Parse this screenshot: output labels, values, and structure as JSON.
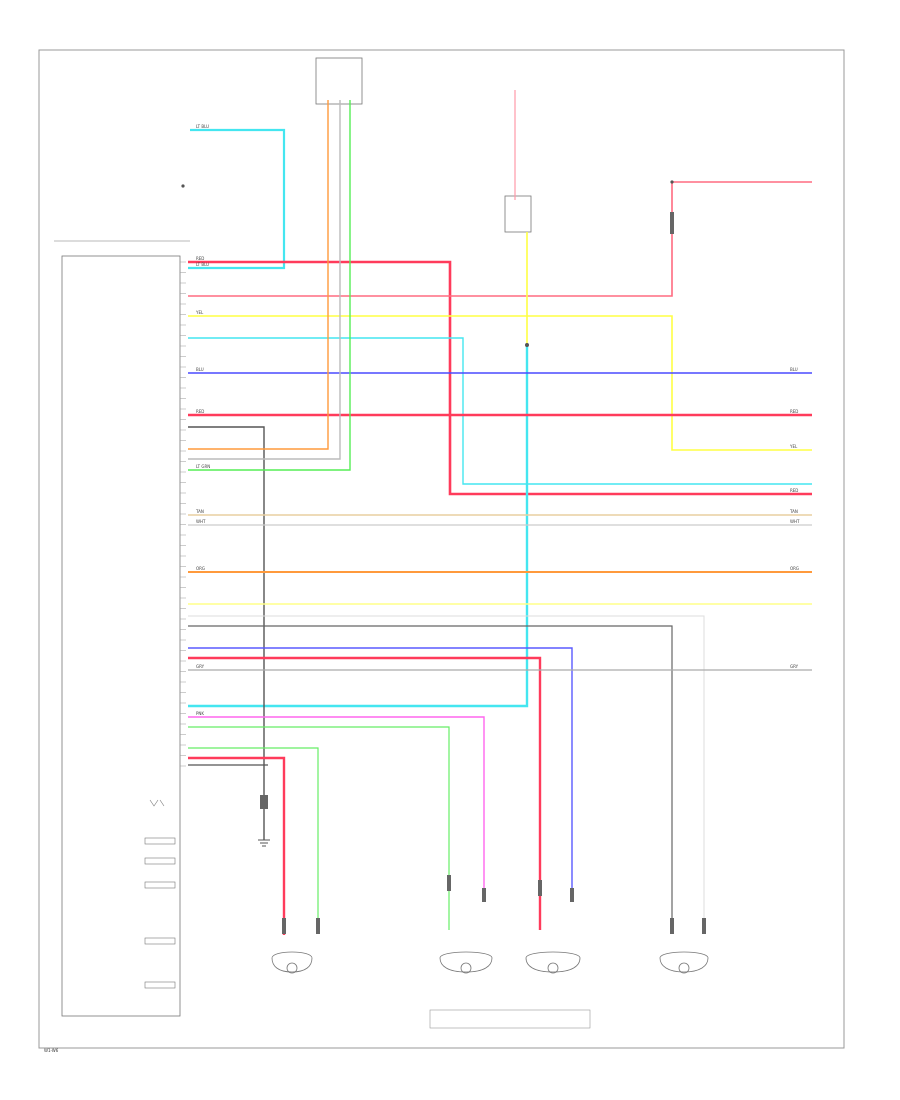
{
  "footer_code": "W1-W6",
  "colors": {
    "BLU": "#4a4aff",
    "GRN": "#44dd44",
    "GRY": "#888888",
    "LT BLU": "#44e6f0",
    "ORG": "#ff9a3c",
    "PNK": "#ff66ee",
    "RED": "#ff3b5b",
    "TAN": "#e8cfa0",
    "WHT": "#cccccc",
    "YEL": "#ffff44",
    "BLK": "#555555",
    "LT GRN": "#55ee55"
  },
  "wires": [
    {
      "id": "lt-blu-top",
      "code": "LT BLU"
    },
    {
      "id": "red-top",
      "code": "RED"
    },
    {
      "id": "lt-grn",
      "code": "LT GRN"
    },
    {
      "id": "ylw",
      "code": "YEL"
    },
    {
      "id": "blu",
      "code": "BLU"
    },
    {
      "id": "red-mid",
      "code": "RED"
    },
    {
      "id": "org",
      "code": "ORG"
    },
    {
      "id": "tan",
      "code": "TAN"
    },
    {
      "id": "wht",
      "code": "WHT"
    },
    {
      "id": "gry",
      "code": "GRY"
    },
    {
      "id": "pnk",
      "code": "PNK"
    }
  ]
}
